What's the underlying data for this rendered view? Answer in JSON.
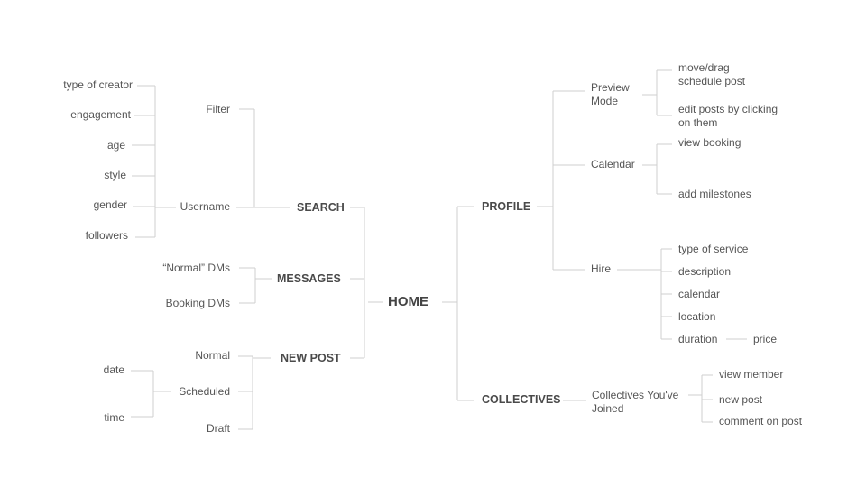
{
  "root": "HOME",
  "hubs": {
    "search": "SEARCH",
    "messages": "MESSAGES",
    "new_post": "NEW POST",
    "profile": "PROFILE",
    "collectives": "COLLECTIVES"
  },
  "search": {
    "filter": "Filter",
    "username": "Username",
    "attributes": [
      "type of creator",
      "engagement",
      "age",
      "style",
      "gender",
      "followers"
    ]
  },
  "messages": {
    "normal_dms": "“Normal” DMs",
    "booking_dms": "Booking DMs"
  },
  "new_post": {
    "normal": "Normal",
    "scheduled": "Scheduled",
    "draft": "Draft",
    "date": "date",
    "time": "time"
  },
  "profile": {
    "preview_mode": "Preview\nMode",
    "move_drag": "move/drag\nschedule post",
    "edit_posts": "edit posts by clicking\non them",
    "calendar": "Calendar",
    "view_booking": "view booking",
    "add_milestones": "add milestones",
    "hire": "Hire",
    "type_of_service": "type of service",
    "description": "description",
    "calendar_item": "calendar",
    "location": "location",
    "duration": "duration",
    "price": "price"
  },
  "collectives": {
    "joined": "Collectives You've\nJoined",
    "view_member": "view member",
    "new_post": "new post",
    "comment_on_post": "comment on post"
  }
}
